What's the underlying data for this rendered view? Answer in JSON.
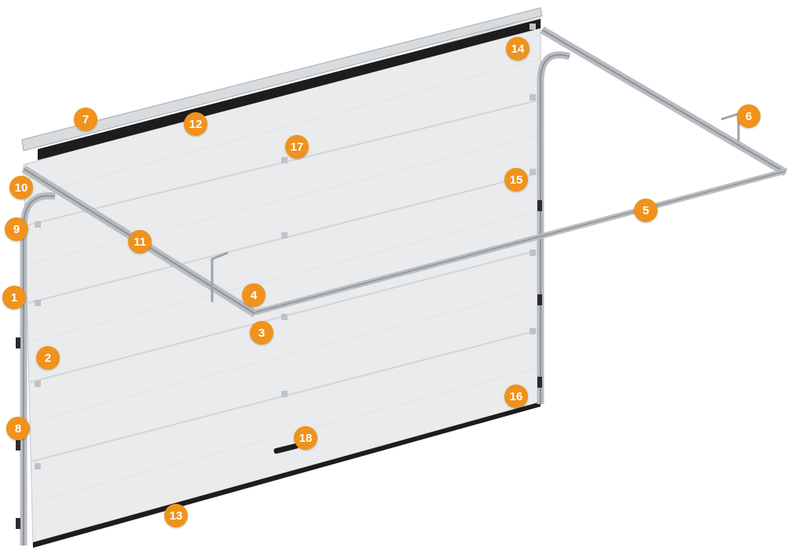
{
  "colors": {
    "marker": "#f0921c",
    "marker_text": "#ffffff",
    "panel": "#e9ebec",
    "panel_groove": "#d2d5d8",
    "rail": "#b9bdc2",
    "rail_dark": "#8e9398",
    "seal": "#1d1d1d"
  },
  "markers": [
    {
      "id": "1",
      "label": "1"
    },
    {
      "id": "2",
      "label": "2"
    },
    {
      "id": "3",
      "label": "3"
    },
    {
      "id": "4",
      "label": "4"
    },
    {
      "id": "5",
      "label": "5"
    },
    {
      "id": "6",
      "label": "6"
    },
    {
      "id": "7",
      "label": "7"
    },
    {
      "id": "8",
      "label": "8"
    },
    {
      "id": "9",
      "label": "9"
    },
    {
      "id": "10",
      "label": "10"
    },
    {
      "id": "11",
      "label": "11"
    },
    {
      "id": "12",
      "label": "12"
    },
    {
      "id": "13",
      "label": "13"
    },
    {
      "id": "14",
      "label": "14"
    },
    {
      "id": "15",
      "label": "15"
    },
    {
      "id": "16",
      "label": "16"
    },
    {
      "id": "17",
      "label": "17"
    },
    {
      "id": "18",
      "label": "18"
    }
  ]
}
